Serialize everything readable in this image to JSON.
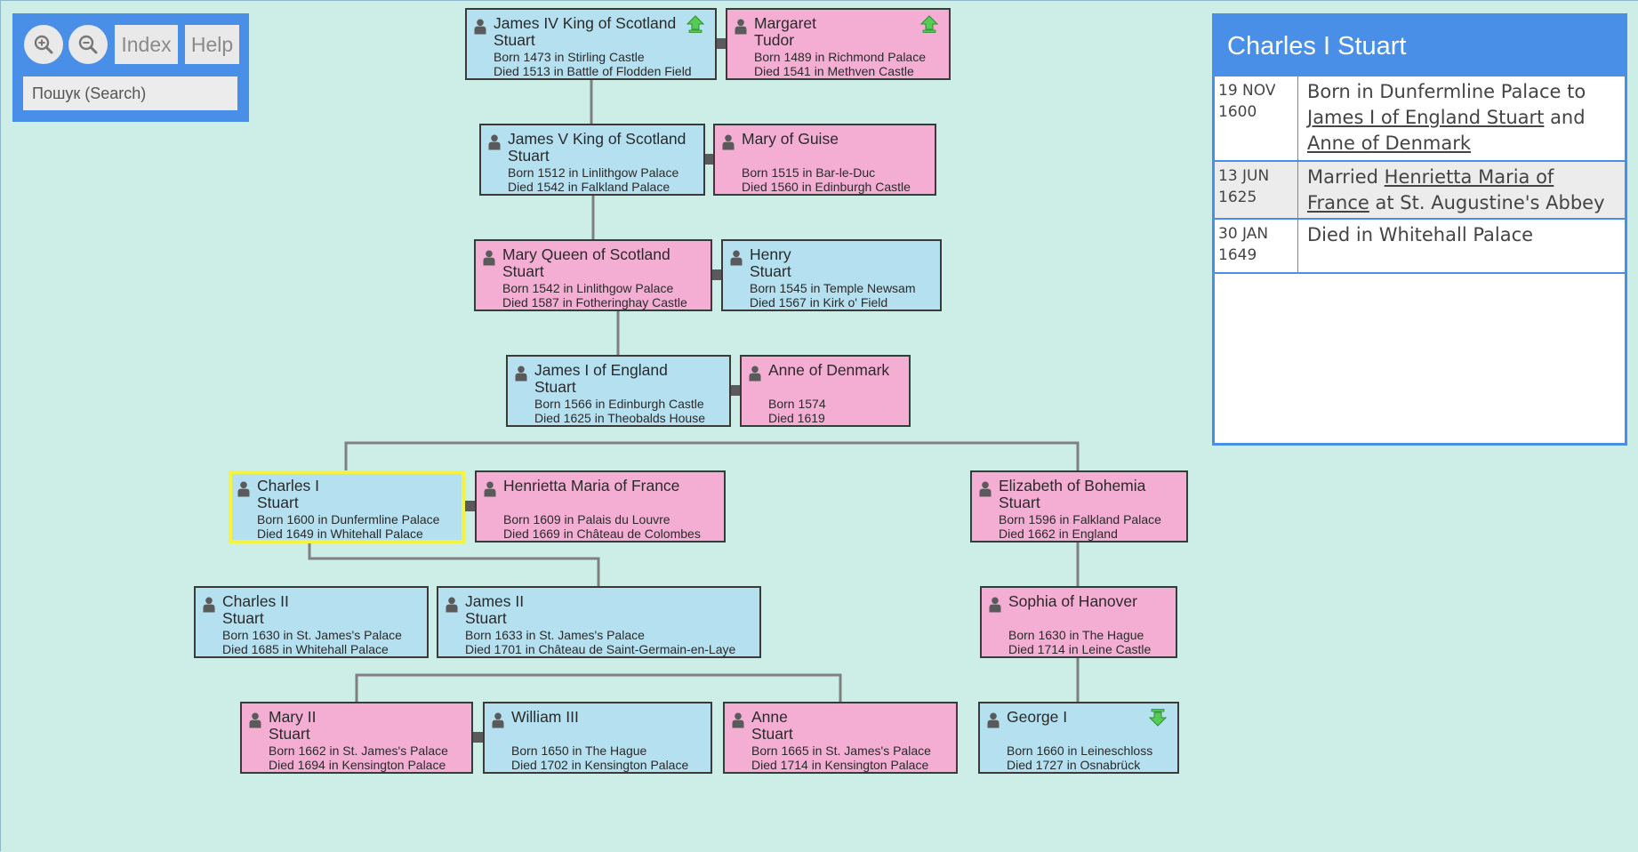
{
  "toolbar": {
    "index_label": "Index",
    "help_label": "Help",
    "search_placeholder": "Пошук (Search)"
  },
  "colors": {
    "male": "#b4e0f0",
    "female": "#f4aed4",
    "selected_border": "#f4f440",
    "accent": "#4a8fe7",
    "background": "#cdeee7"
  },
  "people": [
    {
      "id": "james4",
      "sex": "male",
      "name_lines": [
        "James IV King of Scotland",
        "Stuart"
      ],
      "born": "Born 1473 in Stirling Castle",
      "died": "Died 1513 in Battle of Flodden Field",
      "arrow": "up"
    },
    {
      "id": "margaret",
      "sex": "female",
      "name_lines": [
        "Margaret",
        "Tudor"
      ],
      "born": "Born 1489 in Richmond Palace",
      "died": "Died 1541 in Methven Castle",
      "arrow": "up"
    },
    {
      "id": "james5",
      "sex": "male",
      "name_lines": [
        "James V King of Scotland",
        "Stuart"
      ],
      "born": "Born 1512 in Linlithgow Palace",
      "died": "Died 1542 in Falkland Palace"
    },
    {
      "id": "maryguise",
      "sex": "female",
      "name_lines": [
        "Mary of Guise"
      ],
      "born": "Born 1515 in Bar-le-Duc",
      "died": "Died 1560 in Edinburgh Castle"
    },
    {
      "id": "maryqs",
      "sex": "female",
      "name_lines": [
        "Mary Queen of Scotland",
        "Stuart"
      ],
      "born": "Born 1542 in Linlithgow Palace",
      "died": "Died 1587 in Fotheringhay Castle"
    },
    {
      "id": "henry",
      "sex": "male",
      "name_lines": [
        "Henry",
        "Stuart"
      ],
      "born": "Born 1545 in Temple Newsam",
      "died": "Died 1567 in Kirk o' Field"
    },
    {
      "id": "james1",
      "sex": "male",
      "name_lines": [
        "James I of England",
        "Stuart"
      ],
      "born": "Born 1566 in Edinburgh Castle",
      "died": "Died 1625 in Theobalds House"
    },
    {
      "id": "anne_dk",
      "sex": "female",
      "name_lines": [
        "Anne of Denmark"
      ],
      "born": "Born 1574",
      "died": "Died 1619"
    },
    {
      "id": "charles1",
      "sex": "male",
      "selected": true,
      "name_lines": [
        "Charles I",
        "Stuart"
      ],
      "born": "Born 1600 in Dunfermline Palace",
      "died": "Died 1649 in Whitehall Palace"
    },
    {
      "id": "henrietta",
      "sex": "female",
      "name_lines": [
        "Henrietta Maria of France"
      ],
      "born": "Born 1609 in Palais du Louvre",
      "died": "Died 1669 in Château de Colombes"
    },
    {
      "id": "elizabeth",
      "sex": "female",
      "name_lines": [
        "Elizabeth of Bohemia",
        "Stuart"
      ],
      "born": "Born 1596 in Falkland Palace",
      "died": "Died 1662 in England"
    },
    {
      "id": "charles2",
      "sex": "male",
      "name_lines": [
        "Charles II",
        "Stuart"
      ],
      "born": "Born 1630 in St. James's Palace",
      "died": "Died 1685 in Whitehall Palace"
    },
    {
      "id": "james2",
      "sex": "male",
      "name_lines": [
        "James II",
        "Stuart"
      ],
      "born": "Born 1633 in St. James's Palace",
      "died": "Died 1701 in Château de Saint-Germain-en-Laye"
    },
    {
      "id": "sophia",
      "sex": "female",
      "name_lines": [
        "Sophia of Hanover"
      ],
      "born": "Born 1630 in The Hague",
      "died": "Died 1714 in Leine Castle"
    },
    {
      "id": "mary2",
      "sex": "female",
      "name_lines": [
        "Mary II",
        "Stuart"
      ],
      "born": "Born 1662 in St. James's Palace",
      "died": "Died 1694 in Kensington Palace"
    },
    {
      "id": "william3",
      "sex": "male",
      "name_lines": [
        "William III"
      ],
      "born": "Born 1650 in The Hague",
      "died": "Died 1702 in Kensington Palace"
    },
    {
      "id": "anne",
      "sex": "female",
      "name_lines": [
        "Anne",
        "Stuart"
      ],
      "born": "Born 1665 in St. James's Palace",
      "died": "Died 1714 in Kensington Palace"
    },
    {
      "id": "george1",
      "sex": "male",
      "name_lines": [
        "George I"
      ],
      "born": "Born 1660 in Leineschloss",
      "died": "Died 1727 in Osnabrück",
      "arrow": "down"
    }
  ],
  "info": {
    "title": "Charles I Stuart",
    "events": [
      {
        "date_lines": [
          "19 NOV",
          "1600"
        ],
        "parts": [
          {
            "text": "Born in Dunfermline Palace to "
          },
          {
            "text": "James I of England Stuart",
            "link": true
          },
          {
            "text": " and "
          },
          {
            "text": "Anne of Denmark",
            "link": true
          }
        ]
      },
      {
        "date_lines": [
          "13 JUN",
          "1625"
        ],
        "parts": [
          {
            "text": "Married "
          },
          {
            "text": "Henrietta Maria of France",
            "link": true
          },
          {
            "text": " at St. Augustine's Abbey"
          }
        ]
      },
      {
        "date_lines": [
          "30 JAN",
          "1649"
        ],
        "parts": [
          {
            "text": "Died in Whitehall Palace"
          }
        ]
      }
    ]
  }
}
